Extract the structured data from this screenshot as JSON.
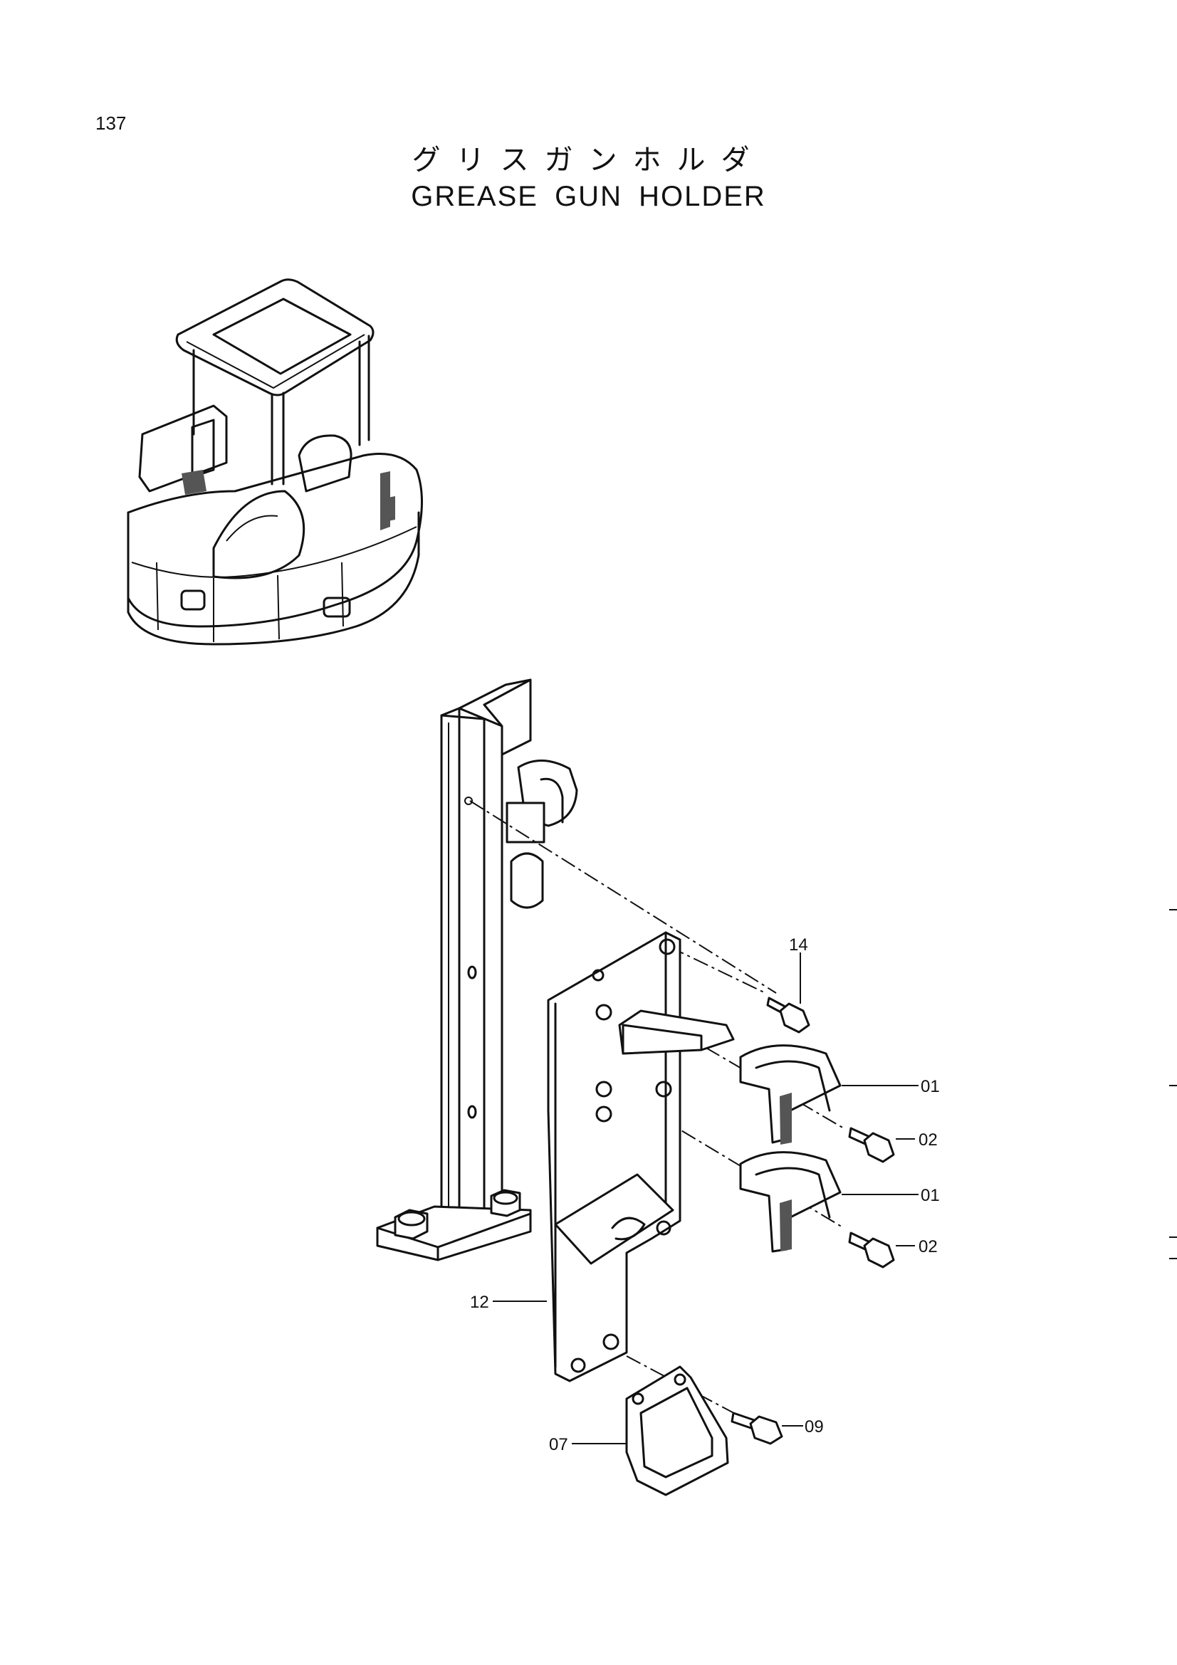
{
  "page": {
    "number": "137",
    "title_jp": "グリスガンホルダ",
    "title_en": "GREASE GUN HOLDER"
  },
  "callouts": [
    {
      "id": "14",
      "text": "14"
    },
    {
      "id": "01a",
      "text": "01"
    },
    {
      "id": "02a",
      "text": "02"
    },
    {
      "id": "01b",
      "text": "01"
    },
    {
      "id": "02b",
      "text": "02"
    },
    {
      "id": "12",
      "text": "12"
    },
    {
      "id": "09",
      "text": "09"
    },
    {
      "id": "07",
      "text": "07"
    }
  ]
}
